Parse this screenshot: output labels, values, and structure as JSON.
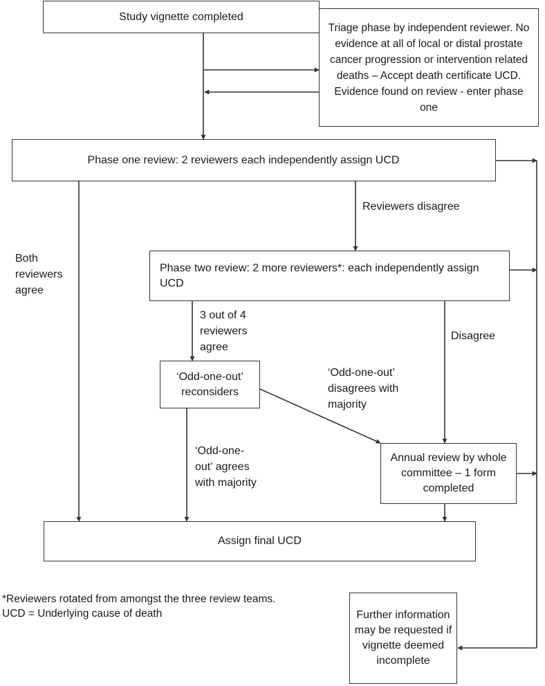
{
  "boxes": {
    "study_vignette": "Study vignette completed",
    "triage": "Triage phase by independent reviewer. No evidence at all of local or distal prostate cancer progression or intervention related deaths – Accept death certificate UCD. Evidence found on review - enter phase one",
    "phase_one": "Phase one review: 2 reviewers each independently assign UCD",
    "phase_two": "Phase two review: 2 more reviewers*: each independently assign UCD",
    "odd_one_out_reconsiders": "‘Odd-one-out’ reconsiders",
    "annual_review": "Annual review by whole committee – 1 form completed",
    "final": "Assign final UCD",
    "further_info": "Further information may be requested if vignette deemed incomplete"
  },
  "labels": {
    "reviewers_disagree": "Reviewers disagree",
    "both_agree": "Both\nreviewers\nagree",
    "three_of_four": "3 out of 4\nreviewers\nagree",
    "disagree": "Disagree",
    "odd_disagrees": "‘Odd-one-out’\ndisagrees with\nmajority",
    "odd_agrees": "‘Odd-one-\nout’ agrees\nwith majority"
  },
  "footnote": {
    "line1": "*Reviewers rotated from amongst the three review teams.",
    "line2": "UCD = Underlying cause of death"
  }
}
